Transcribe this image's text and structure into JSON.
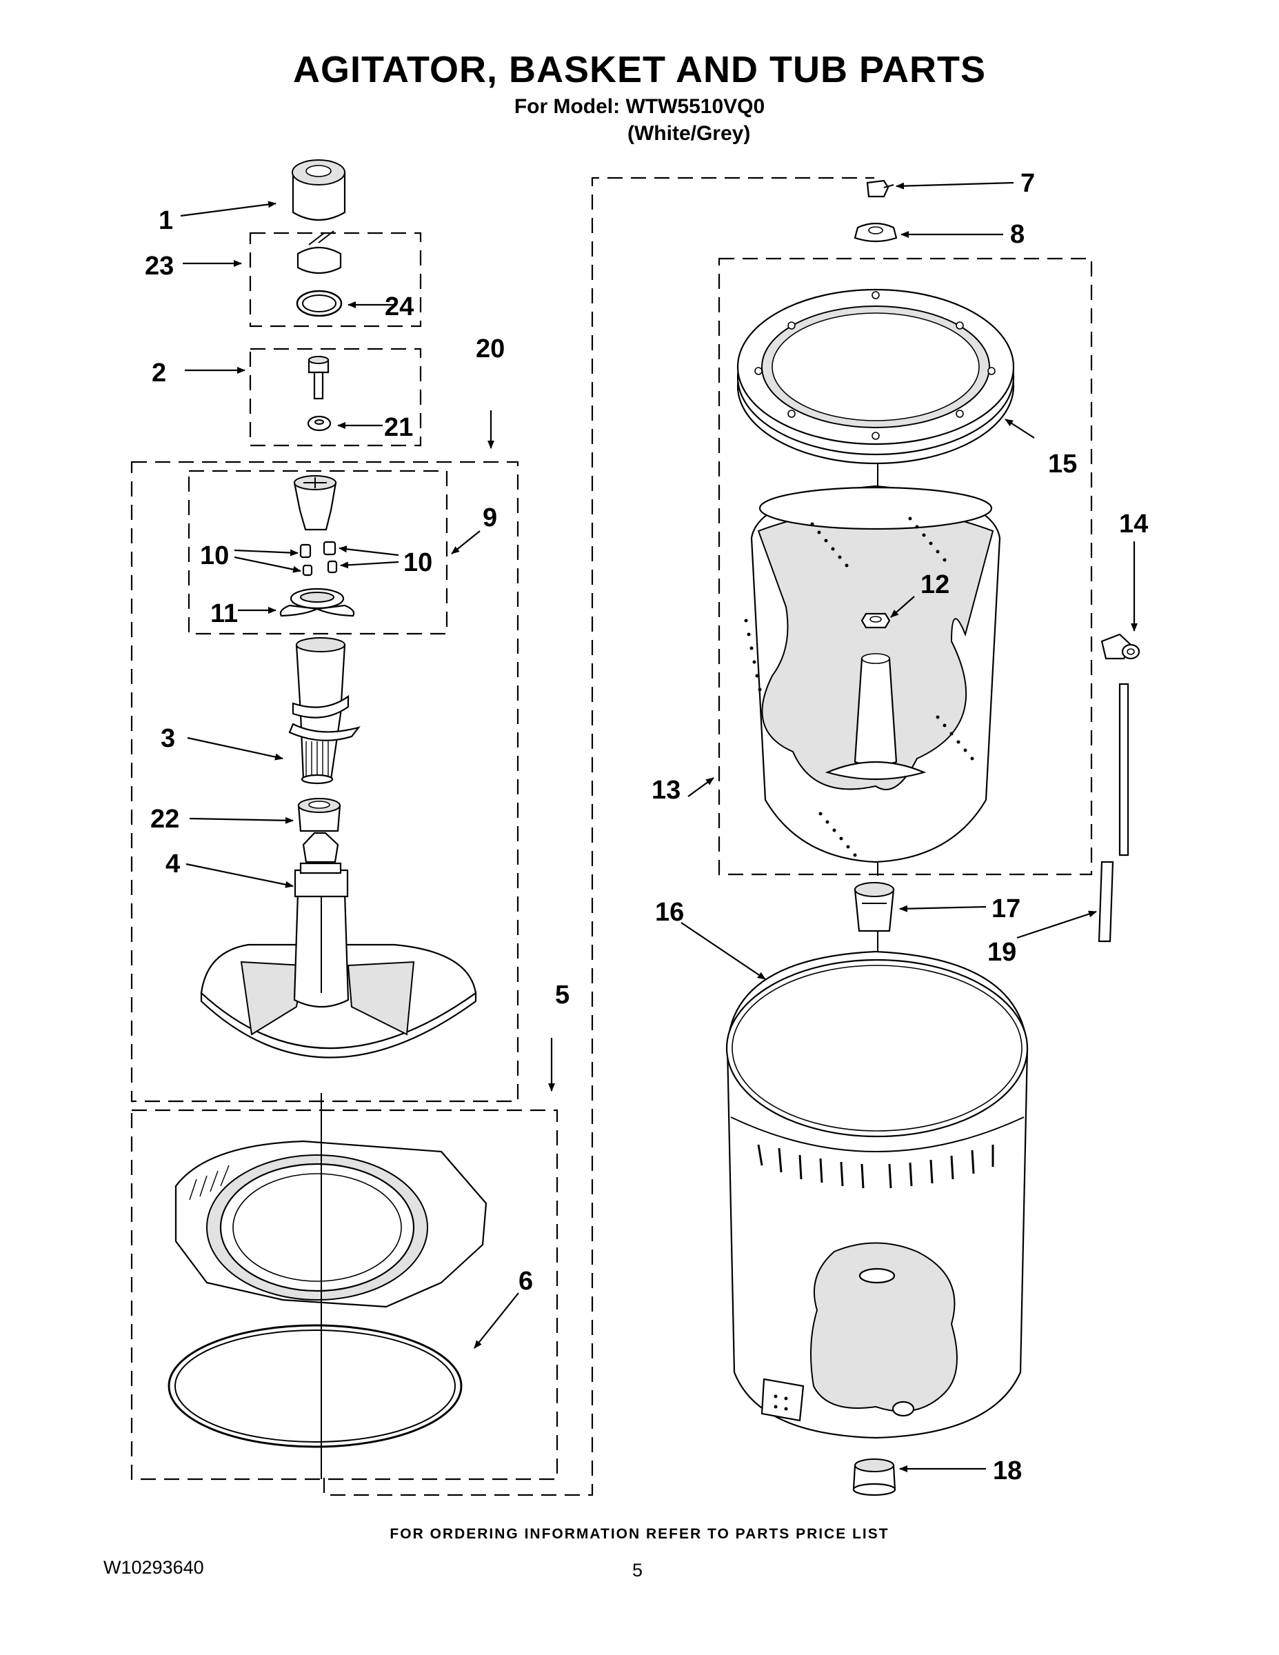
{
  "header": {
    "title": "AGITATOR, BASKET AND TUB PARTS",
    "model_line": "For Model: WTW5510VQ0",
    "variant": "(White/Grey)"
  },
  "footer": {
    "ordering_note": "FOR ORDERING INFORMATION REFER TO PARTS PRICE LIST",
    "document_number": "W10293640",
    "page_number": "5"
  },
  "callouts": {
    "c1": "1",
    "c2": "2",
    "c3": "3",
    "c4": "4",
    "c5": "5",
    "c6": "6",
    "c7": "7",
    "c8": "8",
    "c9": "9",
    "c10a": "10",
    "c10b": "10",
    "c11": "11",
    "c12": "12",
    "c13": "13",
    "c14": "14",
    "c15": "15",
    "c16": "16",
    "c17": "17",
    "c18": "18",
    "c19": "19",
    "c20": "20",
    "c21": "21",
    "c22": "22",
    "c23": "23",
    "c24": "24"
  }
}
